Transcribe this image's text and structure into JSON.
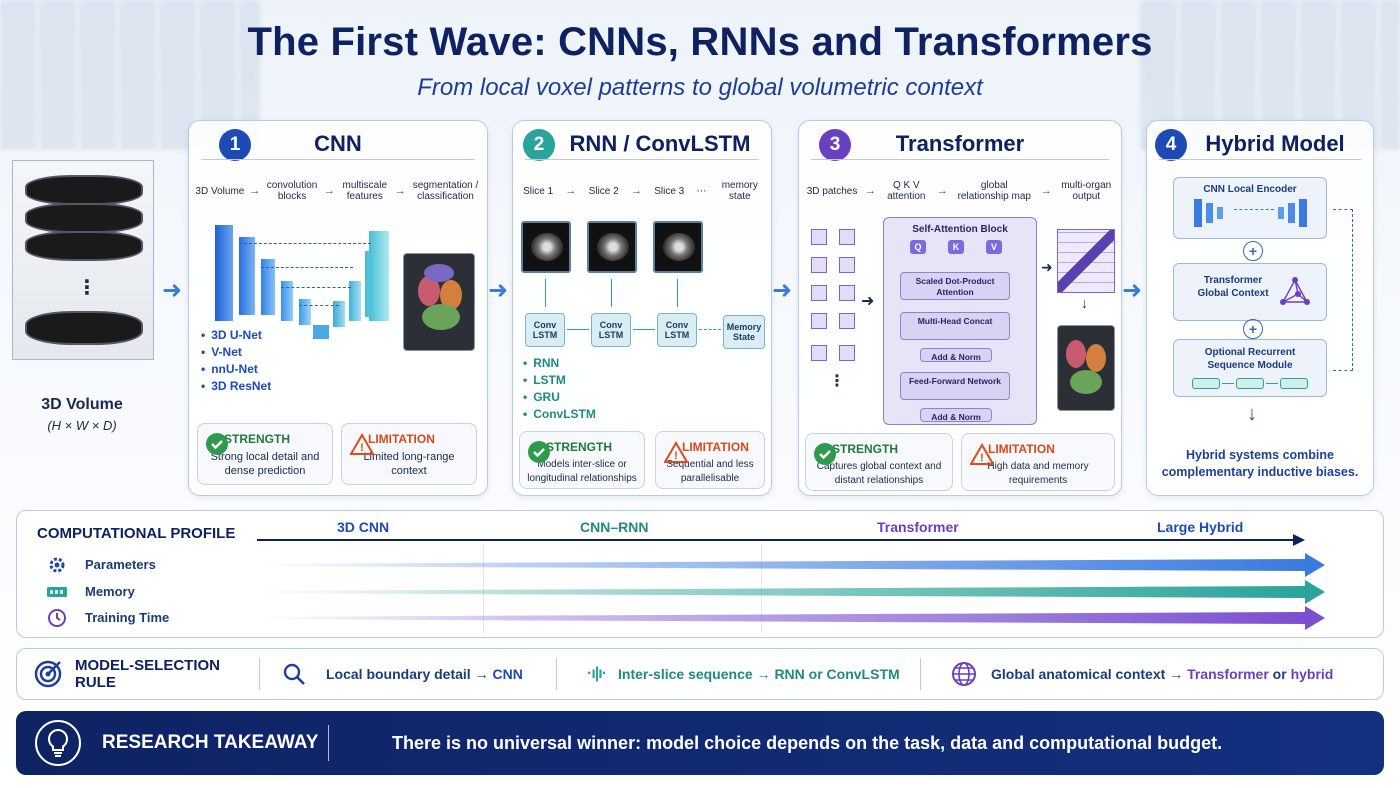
{
  "header": {
    "title": "The First Wave: CNNs, RNNs and Transformers",
    "subtitle": "From local voxel patterns to global volumetric context"
  },
  "volume": {
    "label": "3D Volume",
    "dims": "(H × W × D)"
  },
  "cnn": {
    "num": "1",
    "title": "CNN",
    "flow": [
      "3D Volume",
      "convolution blocks",
      "multiscale features",
      "segmentation / classification"
    ],
    "models": [
      "3D U-Net",
      "V-Net",
      "nnU-Net",
      "3D ResNet"
    ],
    "strength_label": "STRENGTH",
    "strength_text": "Strong local detail and dense prediction",
    "limitation_label": "LIMITATION",
    "limitation_text": "Limited long-range context"
  },
  "rnn": {
    "num": "2",
    "title": "RNN / ConvLSTM",
    "flow": [
      "Slice 1",
      "Slice 2",
      "Slice 3",
      "⋯",
      "memory state"
    ],
    "cells": [
      "Conv LSTM",
      "Conv LSTM",
      "Conv LSTM"
    ],
    "memory_box": "Memory State",
    "models": [
      "RNN",
      "LSTM",
      "GRU",
      "ConvLSTM"
    ],
    "strength_label": "STRENGTH",
    "strength_text": "Models inter-slice or longitudinal relationships",
    "limitation_label": "LIMITATION",
    "limitation_text": "Sequential and less parallelisable"
  },
  "transformer": {
    "num": "3",
    "title": "Transformer",
    "flow": [
      "3D patches",
      "Q K V attention",
      "global relationship map",
      "multi-organ output"
    ],
    "block_title": "Self-Attention Block",
    "qkv": [
      "Q",
      "K",
      "V"
    ],
    "steps": [
      "Scaled Dot-Product Attention",
      "Multi-Head Concat",
      "Add & Norm",
      "Feed-Forward Network",
      "Add & Norm"
    ],
    "strength_label": "STRENGTH",
    "strength_text": "Captures global context and distant relationships",
    "limitation_label": "LIMITATION",
    "limitation_text": "High data and memory requirements"
  },
  "hybrid": {
    "num": "4",
    "title": "Hybrid Model",
    "box1": "CNN Local Encoder",
    "box2": "Transformer Global Context",
    "box3": "Optional Recurrent Sequence Module",
    "caption": "Hybrid systems combine complementary inductive biases."
  },
  "profile": {
    "title": "COMPUTATIONAL PROFILE",
    "stages": [
      "3D CNN",
      "CNN–RNN",
      "Transformer",
      "Large Hybrid"
    ],
    "rows": [
      "Parameters",
      "Memory",
      "Training Time"
    ],
    "colors": {
      "parameters": "#3a7be0",
      "memory": "#2aa39a",
      "training": "#7b4fd0"
    }
  },
  "rule": {
    "title": "MODEL-SELECTION RULE",
    "items": [
      {
        "condition": "Local boundary detail",
        "arrow": "→",
        "model": "CNN"
      },
      {
        "condition": "Inter-slice sequence",
        "arrow": "→",
        "model": "RNN or ConvLSTM"
      },
      {
        "condition": "Global anatomical context",
        "arrow": "→",
        "model_a": "Transformer",
        "joiner": "or",
        "model_b": "hybrid"
      }
    ]
  },
  "takeaway": {
    "label": "RESEARCH TAKEAWAY",
    "text": "There is no universal winner: model choice depends on the task, data and computational budget."
  }
}
